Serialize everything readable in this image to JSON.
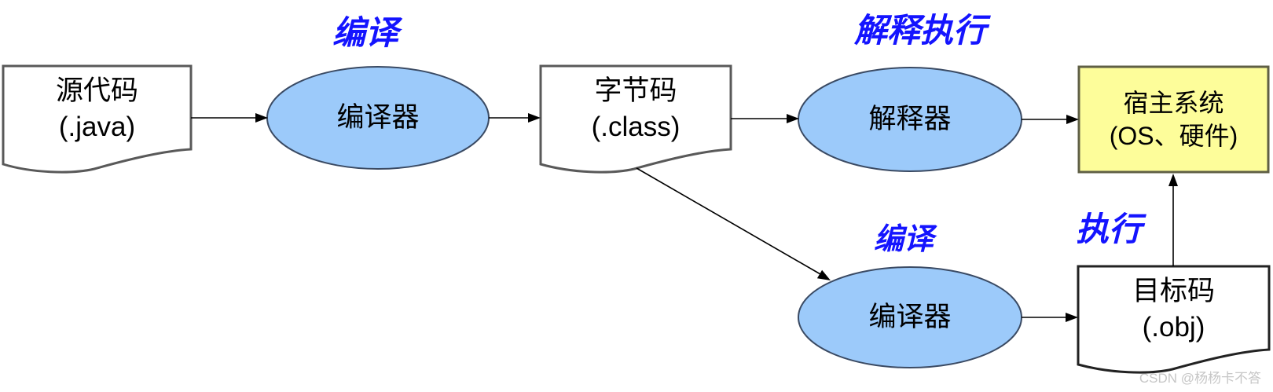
{
  "diagram": {
    "nodes": {
      "source_code": {
        "title": "源代码",
        "sub": "(.java)"
      },
      "compiler_top": {
        "label": "编译器"
      },
      "bytecode": {
        "title": "字节码",
        "sub": "(.class)"
      },
      "interpreter": {
        "label": "解释器"
      },
      "host_system": {
        "title": "宿主系统",
        "sub": "(OS、硬件)"
      },
      "compiler_bottom": {
        "label": "编译器"
      },
      "object_code": {
        "title": "目标码",
        "sub": "(.obj)"
      }
    },
    "edge_labels": {
      "compile_top": "编译",
      "interpret_execute": "解释执行",
      "compile_bottom": "编译",
      "execute": "执行"
    },
    "colors": {
      "process_fill": "#9CCAFA",
      "process_border": "#3A4A63",
      "host_fill": "#FDFD9A",
      "host_border": "#5F5F45",
      "doc_fill": "#FFFFFF",
      "doc_border": "#595959",
      "arrow": "#000000",
      "edge_label_blue": "#1414FF"
    }
  },
  "watermark": {
    "text": "CSDN @杨杨卡不答",
    "color": "#C6C6C6"
  }
}
